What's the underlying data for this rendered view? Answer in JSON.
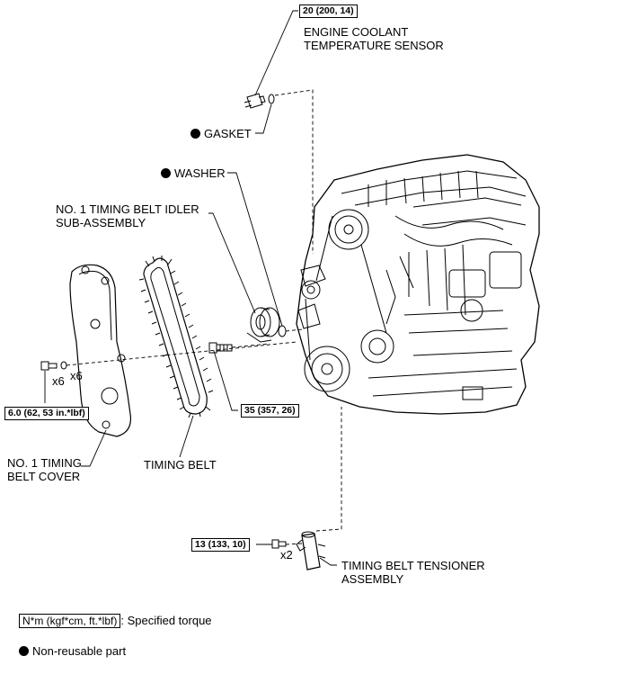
{
  "torque_specs": {
    "coolant_sensor": "20 (200, 14)",
    "cover_bolt": "6.0 (62, 53 in.*lbf)",
    "idler_bolt": "35 (357, 26)",
    "tensioner_bolt": "13 (133, 10)"
  },
  "labels": {
    "coolant_sensor_line1": "ENGINE COOLANT",
    "coolant_sensor_line2": "TEMPERATURE SENSOR",
    "gasket": "GASKET",
    "washer": "WASHER",
    "idler_line1": "NO. 1 TIMING BELT IDLER",
    "idler_line2": "SUB-ASSEMBLY",
    "cover_line1": "NO. 1 TIMING",
    "cover_line2": "BELT COVER",
    "timing_belt": "TIMING BELT",
    "tensioner_line1": "TIMING BELT TENSIONER",
    "tensioner_line2": "ASSEMBLY"
  },
  "quantities": {
    "cover_washer": "x6",
    "cover_bolt": "x6",
    "tensioner_bolt": "x2"
  },
  "legend": {
    "torque_unit": "N*m (kgf*cm, ft.*lbf)",
    "torque_desc": ": Specified torque",
    "nonreusable": "Non-reusable part"
  }
}
